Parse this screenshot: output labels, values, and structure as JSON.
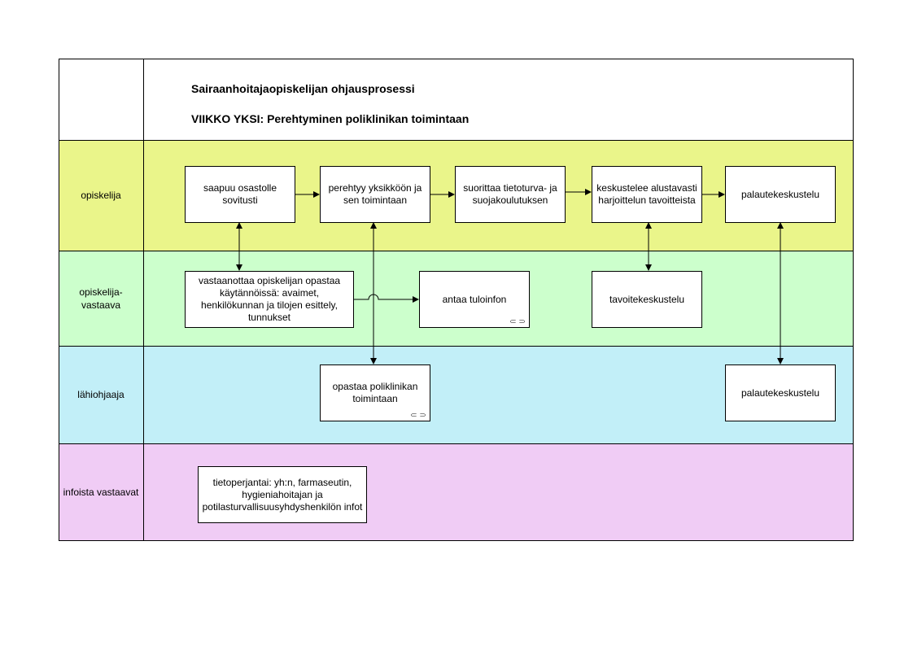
{
  "header": {
    "title": "Sairaanhoitajaopiskelijan ohjausprosessi",
    "subtitle": "VIIKKO YKSI: Perehtyminen poliklinikan toimintaan"
  },
  "lanes": [
    {
      "label": "opiskelija",
      "color": "#eaf58a"
    },
    {
      "label": "opiskelija-\nvastaava",
      "color": "#ccffcc"
    },
    {
      "label": "lähiohjaaja",
      "color": "#c2eff8"
    },
    {
      "label": "infoista vastaavat",
      "color": "#f0ccf5"
    }
  ],
  "steps": {
    "arrive": "saapuu osastolle sovitusti",
    "familiarize": "perehtyy yksikköön ja sen toimintaan",
    "security": "suorittaa tietoturva- ja suojakoulutuksen",
    "goals_discuss": "keskustelee alustavasti harjoittelun tavoitteista",
    "feedback_student": "palautekeskustelu",
    "receive": "vastaanottaa opiskelijan opastaa käytännöissä: avaimet, henkilökunnan ja tilojen esittely, tunnukset",
    "arrival_info": "antaa tuloinfon",
    "goal_discussion": "tavoitekeskustelu",
    "guide_clinic": "opastaa poliklinikan toimintaan",
    "feedback_supervisor": "palautekeskustelu",
    "infos": "tietoperjantai: yh:n, farmaseutin, hygieniahoitajan ja potilasturvallisuusyhdyshenkilön infot"
  },
  "icons": {
    "subprocess_marker": "subprocess-icon"
  }
}
